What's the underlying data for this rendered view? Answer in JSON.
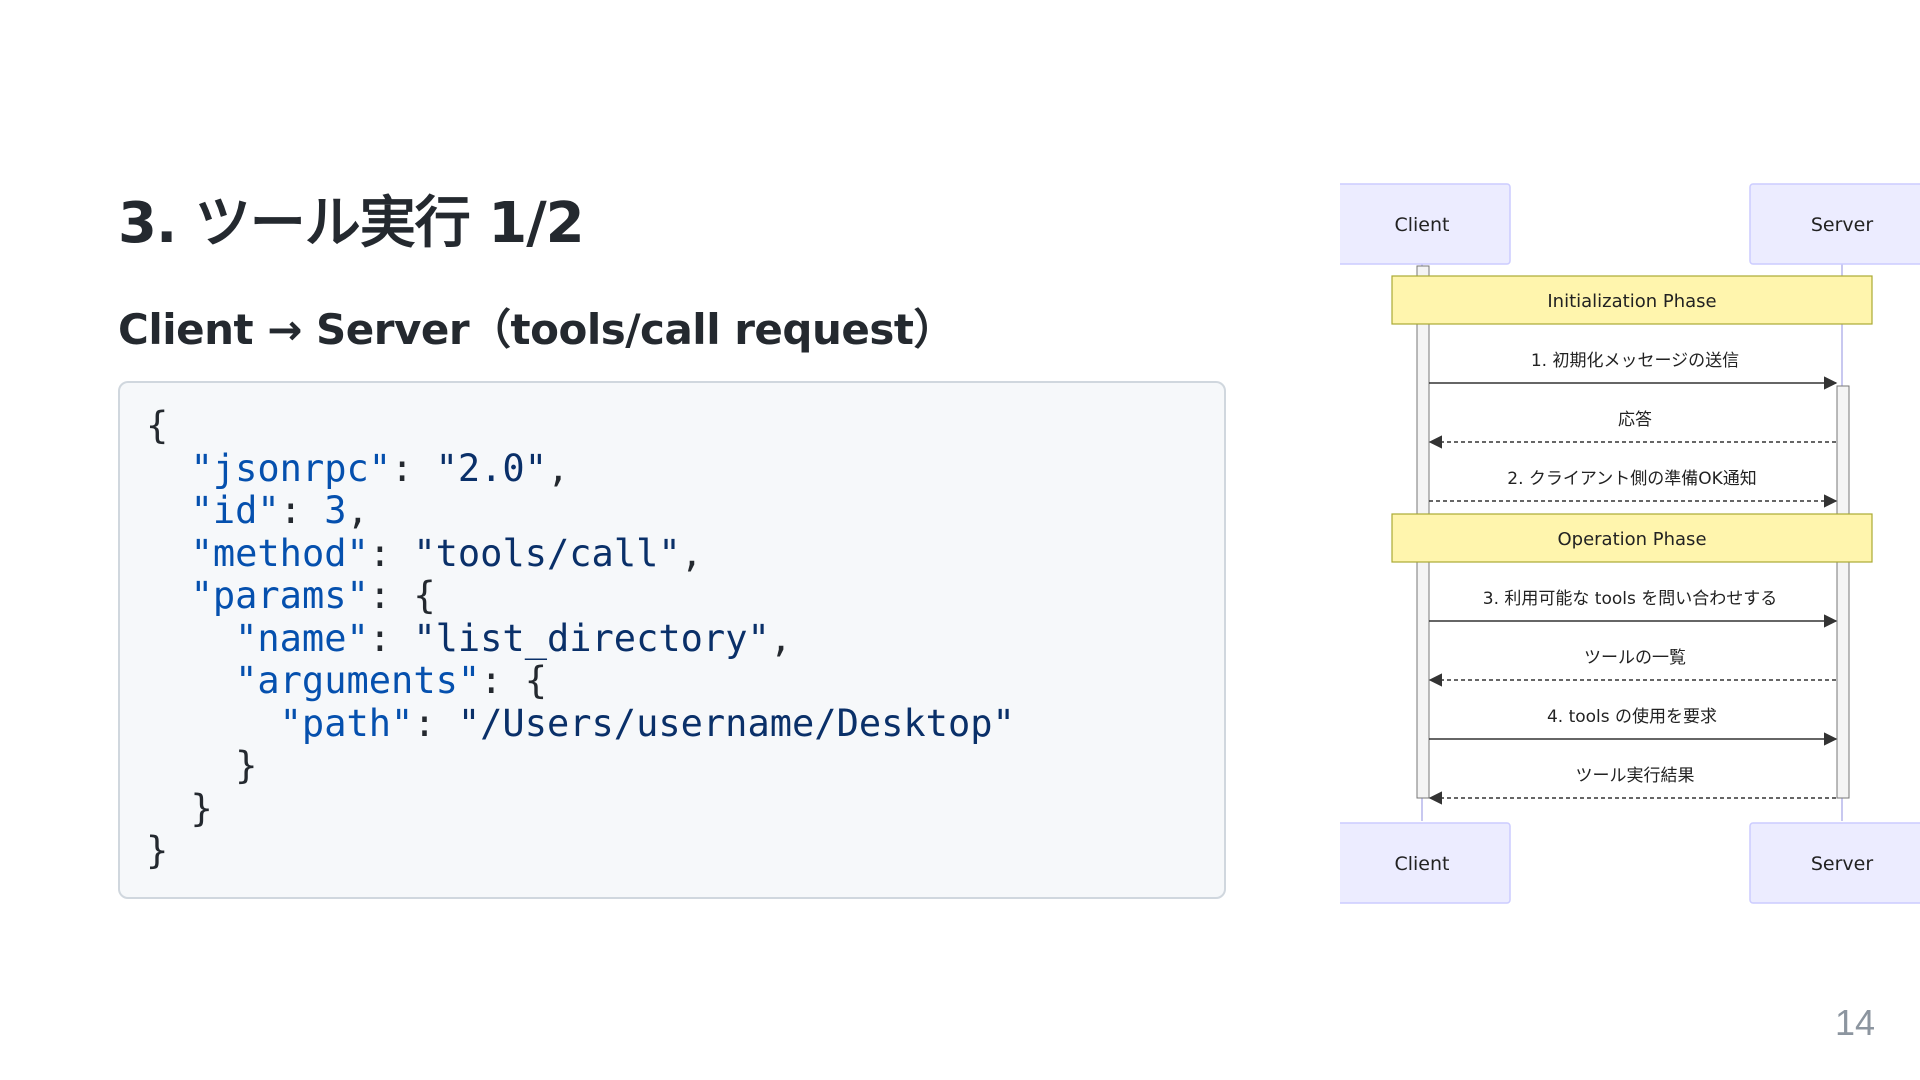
{
  "slide": {
    "title": "3. ツール実行 1/2",
    "subtitle": "Client → Server（tools/call request）",
    "page_number": "14"
  },
  "code": {
    "lines": [
      [
        {
          "t": "p",
          "v": "{"
        }
      ],
      [
        {
          "t": "p",
          "v": "  "
        },
        {
          "t": "key",
          "v": "\"jsonrpc\""
        },
        {
          "t": "p",
          "v": ": "
        },
        {
          "t": "str",
          "v": "\"2.0\""
        },
        {
          "t": "p",
          "v": ","
        }
      ],
      [
        {
          "t": "p",
          "v": "  "
        },
        {
          "t": "key",
          "v": "\"id\""
        },
        {
          "t": "p",
          "v": ": "
        },
        {
          "t": "num",
          "v": "3"
        },
        {
          "t": "p",
          "v": ","
        }
      ],
      [
        {
          "t": "p",
          "v": "  "
        },
        {
          "t": "key",
          "v": "\"method\""
        },
        {
          "t": "p",
          "v": ": "
        },
        {
          "t": "str",
          "v": "\"tools/call\""
        },
        {
          "t": "p",
          "v": ","
        }
      ],
      [
        {
          "t": "p",
          "v": "  "
        },
        {
          "t": "key",
          "v": "\"params\""
        },
        {
          "t": "p",
          "v": ": {"
        }
      ],
      [
        {
          "t": "p",
          "v": "    "
        },
        {
          "t": "key",
          "v": "\"name\""
        },
        {
          "t": "p",
          "v": ": "
        },
        {
          "t": "str",
          "v": "\"list_directory\""
        },
        {
          "t": "p",
          "v": ","
        }
      ],
      [
        {
          "t": "p",
          "v": "    "
        },
        {
          "t": "key",
          "v": "\"arguments\""
        },
        {
          "t": "p",
          "v": ": {"
        }
      ],
      [
        {
          "t": "p",
          "v": "      "
        },
        {
          "t": "key",
          "v": "\"path\""
        },
        {
          "t": "p",
          "v": ": "
        },
        {
          "t": "str",
          "v": "\"/Users/username/Desktop\""
        }
      ],
      [
        {
          "t": "p",
          "v": "    }"
        }
      ],
      [
        {
          "t": "p",
          "v": "  }"
        }
      ],
      [
        {
          "t": "p",
          "v": "}"
        }
      ]
    ]
  },
  "diagram": {
    "participants": [
      "Client",
      "Server"
    ],
    "phases": [
      "Initialization Phase",
      "Operation Phase"
    ],
    "messages": [
      {
        "label": "1. 初期化メッセージの送信",
        "direction": "to-server",
        "style": "solid"
      },
      {
        "label": "応答",
        "direction": "to-client",
        "style": "dashed"
      },
      {
        "label": "2. クライアント側の準備OK通知",
        "direction": "to-server",
        "style": "dashed"
      },
      {
        "label": "3. 利用可能な tools を問い合わせする",
        "direction": "to-server",
        "style": "solid"
      },
      {
        "label": "ツールの一覧",
        "direction": "to-client",
        "style": "dashed"
      },
      {
        "label": "4. tools の使用を要求",
        "direction": "to-server",
        "style": "solid"
      },
      {
        "label": "ツール実行結果",
        "direction": "to-client",
        "style": "dashed"
      }
    ],
    "colors": {
      "participant_fill": "#ececff",
      "participant_stroke": "#ccccff",
      "phase_fill": "#fff5ad",
      "phase_stroke": "#aaaa33",
      "arrow": "#333333"
    }
  }
}
